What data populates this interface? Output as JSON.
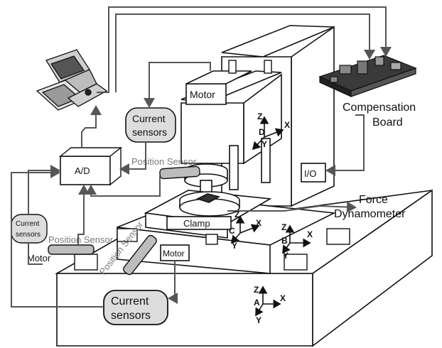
{
  "labels": {
    "compensation_board_line1": "Compensation",
    "compensation_board_line2": "Board",
    "motor_top": "Motor",
    "motor_table": "Motor",
    "motor_left": "Motor",
    "current_sensors_top_line1": "Current",
    "current_sensors_top_line2": "sensors",
    "current_sensors_left_line1": "Current",
    "current_sensors_left_line2": "sensors",
    "current_sensors_bottom_line1": "Current",
    "current_sensors_bottom_line2": "sensors",
    "ad_converter": "A/D",
    "io_module": "I/O",
    "position_sensor_spindle": "Position Sensor",
    "position_sensor_left": "Position Sensor",
    "position_sensor_table": "Position Sensor",
    "clamp": "Clamp",
    "force_dynamometer_line1": "Force",
    "force_dynamometer_line2": "Dynamometer"
  },
  "axes": {
    "spindle": {
      "z": "Z",
      "d": "D",
      "x": "X",
      "y": "Y"
    },
    "table_c": {
      "z": "Z",
      "c": "C",
      "x": "X",
      "y": "Y"
    },
    "table_b": {
      "z": "Z",
      "b": "B",
      "x": "X",
      "y": "Y"
    },
    "base_a": {
      "z": "Z",
      "a": "A",
      "x": "X",
      "y": "Y"
    }
  },
  "colors": {
    "line": "#111111",
    "wire": "#555555",
    "sensor_fill": "#bdbdbd",
    "dark": "#222222"
  }
}
